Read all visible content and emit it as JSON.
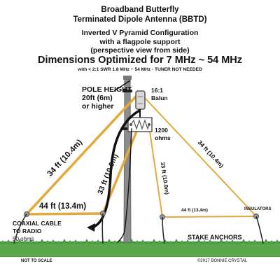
{
  "header": {
    "title_line1": "Broadband Butterfly",
    "title_line2": "Terminated Dipole Antenna (BBTD)",
    "config_line1": "Inverted V Pyramid Configuration",
    "config_line2": "with a flagpole support",
    "config_line3": "(perspective view from side)",
    "dimensions_heading": "Dimensions Optimized for 7 MHz ~ 54 MHz",
    "swr_note": "with < 2:1 SWR 1.8 MHz ~ 54 MHz - TUNER NOT NEEDED"
  },
  "labels": {
    "pole_height_line1": "POLE HEIGHT",
    "pole_height_line2": "20ft (6m)",
    "pole_height_line3": "or higher",
    "balun_line1": "16:1",
    "balun_line2": "Balun",
    "resistor_line1": "1200",
    "resistor_line2": "ohms",
    "left_slope": "34 ft (10.4m)",
    "inner_slope": "33 ft (10.0m)",
    "left_bottom": "44 ft (13.4m)",
    "right_slope": "34 ft (10.4m)",
    "right_inner": "33 ft (10.0m)",
    "right_bottom": "44 ft (13.4m)",
    "insulators": "INSULATORS",
    "coax_line1": "COAXIAL CABLE",
    "coax_line2": "TO RADIO",
    "coax_line3": "50 ohms",
    "stake_anchors": "STAKE ANCHORS",
    "not_to_scale": "NOT TO SCALE",
    "copyright": "©2017 BONNIE CRYSTAL"
  },
  "colors": {
    "wire": "#e3a93a",
    "pole": "#8c8c8c",
    "grass": "#5aa84a",
    "black": "#111111"
  }
}
